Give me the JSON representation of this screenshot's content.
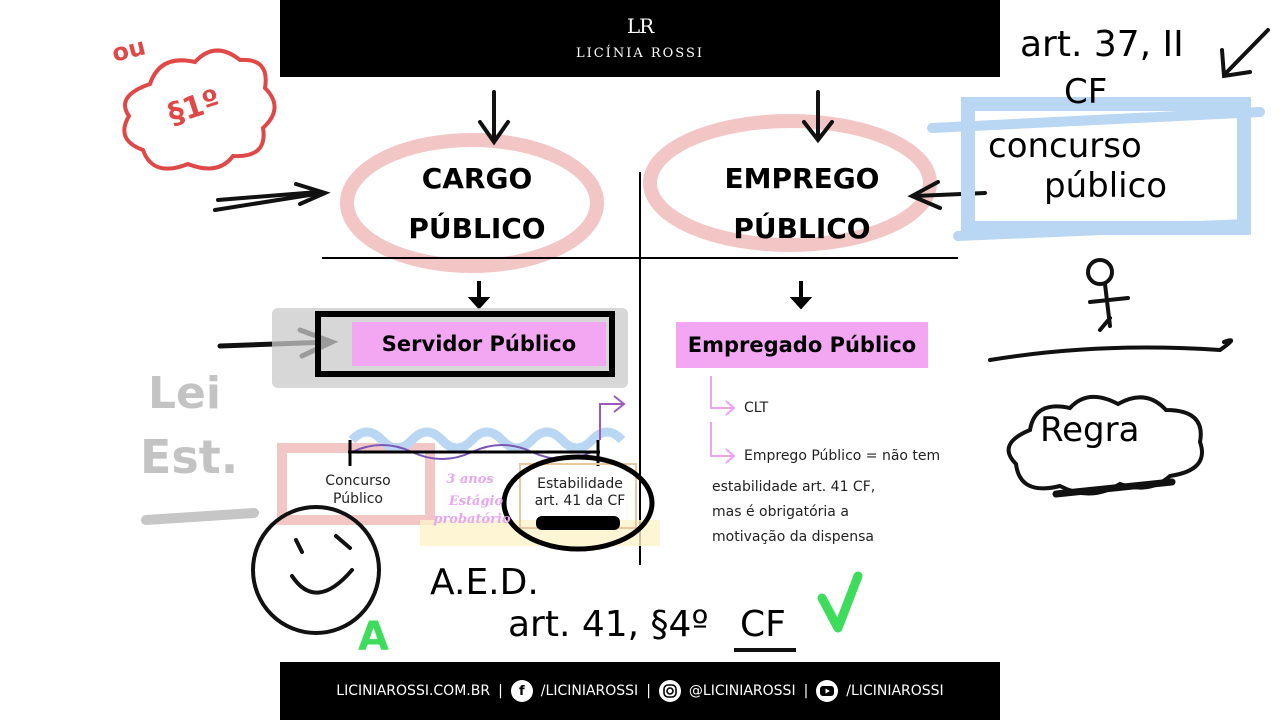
{
  "header": {
    "logo_mark": "LR",
    "brand_name": "LICÍNIA ROSSI"
  },
  "footer": {
    "website": "LICINIAROSSI.COM.BR",
    "facebook": "/LICINIAROSSI",
    "instagram": "@LICINIAROSSI",
    "youtube": "/LICINIAROSSI",
    "separator": "|"
  },
  "diagram": {
    "left_title_1": "CARGO",
    "left_title_2": "PÚBLICO",
    "right_title_1": "EMPREGO",
    "right_title_2": "PÚBLICO",
    "left_box": "Servidor Público",
    "right_box": "Empregado Público",
    "timeline_start_1": "Concurso",
    "timeline_start_2": "Público",
    "timeline_period": "3 anos",
    "timeline_stage_1": "Estágio",
    "timeline_stage_2": "probatório",
    "timeline_end_1": "Estabilidade",
    "timeline_end_2": "art. 41 da CF",
    "right_item_1": "CLT",
    "right_item_2_line1": "Emprego Público = não tem",
    "right_item_2_line2": "estabilidade art. 41 CF,",
    "right_item_2_line3": "mas é obrigatória a",
    "right_item_2_line4": "motivação da dispensa"
  },
  "annotations": {
    "top_left_small": "ou",
    "top_left_cloud": "§1º",
    "left_side_1": "Lei",
    "left_side_2": "Est.",
    "bottom_aed": "A.E.D.",
    "bottom_art": "art. 41, §4º",
    "bottom_cf": "CF",
    "bottom_a": "A",
    "right_art": "art. 37, II",
    "right_cf": "CF",
    "right_concurso_1": "concurso",
    "right_concurso_2": "público",
    "right_cloud": "Regra"
  },
  "colors": {
    "pink_box": "#f3a7f3",
    "circle_pink": "#f3c6c6",
    "blue_box": "#b9d6f2",
    "green_mark": "#3ddc5a",
    "red_cloud": "#e04848",
    "purple_arrow": "#9a5bb8"
  }
}
